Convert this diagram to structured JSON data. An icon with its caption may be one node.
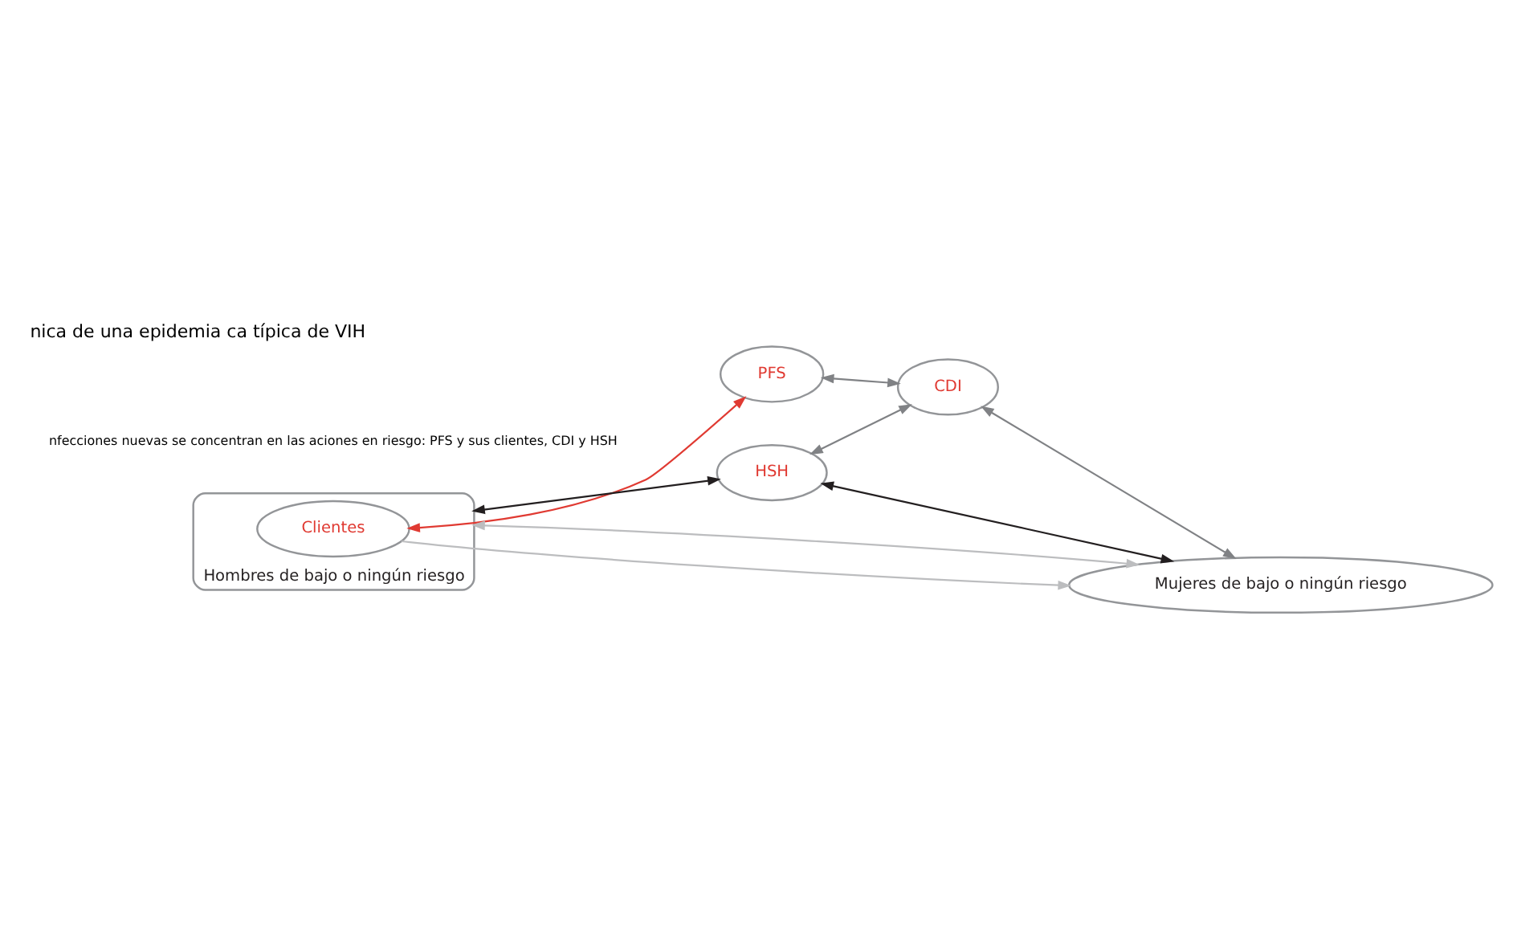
{
  "diagram": {
    "title": "nica de una epidemia ca típica de VIH",
    "nodes": [
      {
        "text": [
          "PFS"
        ]
      },
      {
        "text": [
          "CDI"
        ]
      },
      {
        "text": [
          "HSH"
        ]
      },
      {
        "text": [
          "Hombres de bajo o ningún riesgo"
        ]
      },
      {
        "text": [
          "Clientes"
        ],
        "in": 3
      },
      {
        "text": [
          "Mujeres de bajo o ningún riesgo"
        ]
      }
    ],
    "edges": [
      {
        "from": 4,
        "to": 0,
        "arrow": "both",
        "color": "#e03a32"
      },
      {
        "from": 0,
        "to": 1,
        "arrow": "both"
      },
      {
        "from": 2,
        "to": 1,
        "arrow": "both"
      },
      {
        "from": 3,
        "to": 2,
        "arrow": "both",
        "color": "#231f20"
      },
      {
        "from": 2,
        "to": 5,
        "arrow": "both",
        "color": "#231f20"
      },
      {
        "from": 1,
        "to": 5,
        "arrow": "both"
      },
      {
        "from": 4,
        "to": 5,
        "arrow": "to",
        "color": "#bcbdbf"
      },
      {
        "from": 3,
        "to": 5,
        "arrow": "both",
        "color": "#bcbdbf"
      }
    ],
    "labels": [
      "nfecciones nuevas se concentran en las aciones en riesgo: PFS y sus clientes, CDI y HSH"
    ]
  }
}
